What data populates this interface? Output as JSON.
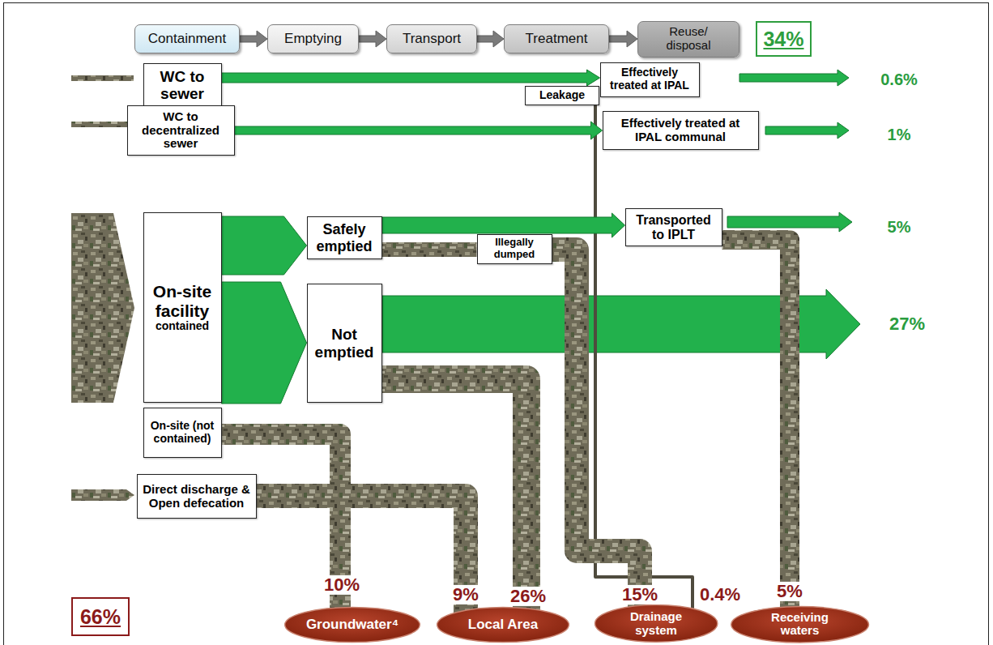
{
  "diagram": {
    "nodes": [
      {
        "text": [
          "Containment"
        ]
      },
      {
        "text": [
          "Emptying"
        ]
      },
      {
        "text": [
          "Transport"
        ]
      },
      {
        "text": [
          "Treatment"
        ]
      },
      {
        "text": [
          "Reuse/ disposal"
        ]
      },
      {
        "text": [
          "34%"
        ]
      },
      {
        "text": [
          "WC to sewer"
        ]
      },
      {
        "text": [
          "Effectively treated at IPAL"
        ]
      },
      {
        "text": [
          "Leakage"
        ]
      },
      {
        "text": [
          "WC to decentralized sewer"
        ]
      },
      {
        "text": [
          "Effectively treated at IPAL communal"
        ]
      },
      {
        "text": [
          "On-site facility",
          "contained"
        ]
      },
      {
        "text": [
          "Safely emptied"
        ]
      },
      {
        "text": [
          "Transported to IPLT"
        ]
      },
      {
        "text": [
          "Illegally dumped"
        ]
      },
      {
        "text": [
          "Not emptied"
        ]
      },
      {
        "text": [
          "On-site (not contained)"
        ]
      },
      {
        "text": [
          "Direct discharge & Open defecation"
        ]
      },
      {
        "text": [
          "66%"
        ]
      },
      {
        "text": [
          "Groundwater⁴"
        ]
      },
      {
        "text": [
          "Local Area"
        ]
      },
      {
        "text": [
          "Drainage system"
        ]
      },
      {
        "text": [
          "Receiving waters"
        ]
      }
    ],
    "edges": [
      {
        "from": 0,
        "to": 1,
        "arrow": "to"
      },
      {
        "from": 1,
        "to": 2,
        "arrow": "to"
      },
      {
        "from": 2,
        "to": 3,
        "arrow": "to"
      },
      {
        "from": 3,
        "to": 4,
        "arrow": "to"
      },
      {
        "from": 6,
        "to": 7,
        "arrow": "to"
      },
      {
        "from": 8,
        "to": 21,
        "arrow": "none"
      },
      {
        "from": 9,
        "to": 10,
        "arrow": "to"
      },
      {
        "from": 11,
        "to": 12,
        "arrow": "to"
      },
      {
        "from": 11,
        "to": 15,
        "arrow": "to"
      },
      {
        "from": 12,
        "to": 13,
        "arrow": "to"
      },
      {
        "from": 12,
        "to": 14,
        "arrow": "none"
      },
      {
        "from": 14,
        "to": 21,
        "arrow": "none"
      },
      {
        "from": 15,
        "to": 20,
        "arrow": "none"
      },
      {
        "from": 16,
        "to": 19,
        "arrow": "none"
      },
      {
        "from": 17,
        "to": 20,
        "arrow": "none"
      },
      {
        "from": 13,
        "to": 22,
        "arrow": "none"
      }
    ],
    "labels": [
      "0.6%",
      "1%",
      "5%",
      "27%",
      "10%",
      "9%",
      "26%",
      "15%",
      "0.4%",
      "5%"
    ]
  }
}
